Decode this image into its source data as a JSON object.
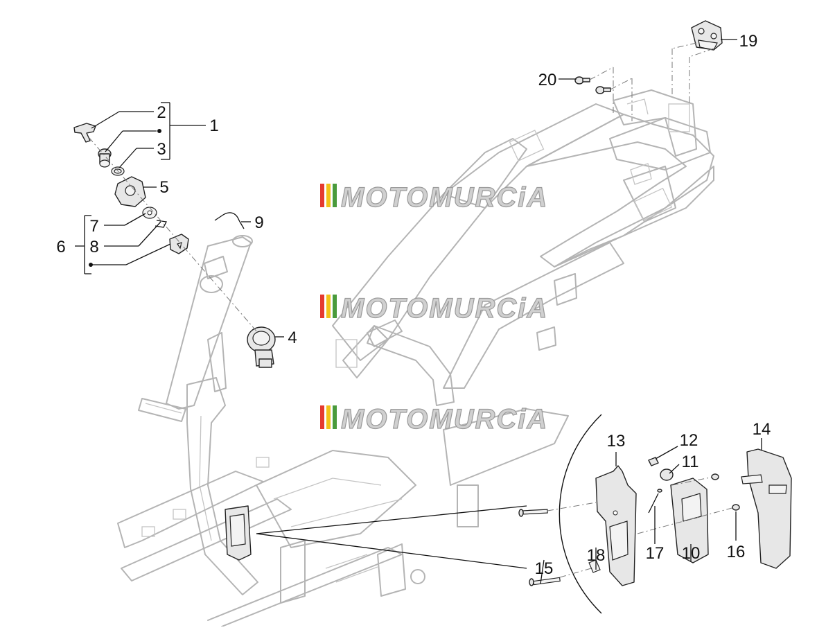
{
  "diagram": {
    "watermark": "MOTOMURCiA",
    "watermark_colors": [
      "#e53b2f",
      "#f2c318",
      "#4a9b3c"
    ],
    "callouts": [
      {
        "id": "1",
        "label": "1"
      },
      {
        "id": "2",
        "label": "2"
      },
      {
        "id": "3",
        "label": "3"
      },
      {
        "id": "4",
        "label": "4"
      },
      {
        "id": "5",
        "label": "5"
      },
      {
        "id": "6",
        "label": "6"
      },
      {
        "id": "7",
        "label": "7"
      },
      {
        "id": "8",
        "label": "8"
      },
      {
        "id": "9",
        "label": "9"
      },
      {
        "id": "10",
        "label": "10"
      },
      {
        "id": "11",
        "label": "11"
      },
      {
        "id": "12",
        "label": "12"
      },
      {
        "id": "13",
        "label": "13"
      },
      {
        "id": "14",
        "label": "14"
      },
      {
        "id": "15",
        "label": "15"
      },
      {
        "id": "16",
        "label": "16"
      },
      {
        "id": "17",
        "label": "17"
      },
      {
        "id": "18",
        "label": "18"
      },
      {
        "id": "19",
        "label": "19"
      },
      {
        "id": "20",
        "label": "20"
      }
    ]
  }
}
